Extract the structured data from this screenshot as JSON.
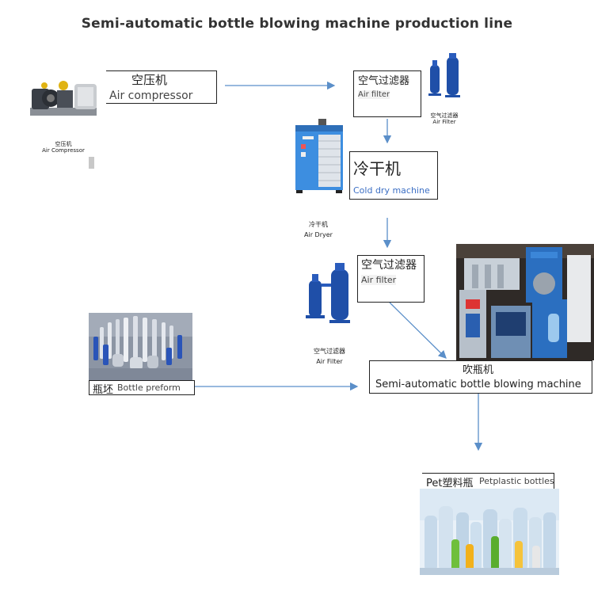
{
  "title": "Semi-automatic bottle blowing machine production line",
  "nodes": {
    "air_compressor": {
      "zh": "空压机",
      "en": "Air compressor",
      "cap_zh": "空压机",
      "cap_en": "Air Compressor"
    },
    "air_filter_1": {
      "zh": "空气过滤器",
      "en": "Air filter",
      "cap_zh": "空气过滤器",
      "cap_en": "Air Filter"
    },
    "cold_dryer": {
      "zh": "冷干机",
      "en": "Cold dry machine",
      "cap_zh": "冷干机",
      "cap_en": "Air Dryer"
    },
    "air_filter_2": {
      "zh": "空气过滤器",
      "en": "Air filter",
      "cap_zh": "空气过滤器",
      "cap_en": "Air Filter"
    },
    "bottle_preform": {
      "zh": "瓶坯",
      "en": "Bottle preform"
    },
    "blowing_machine": {
      "zh": "吹瓶机",
      "en": "Semi-automatic bottle blowing machine"
    },
    "pet_bottles": {
      "zh": "Pet塑料瓶",
      "en": "Petplastic bottles"
    }
  },
  "colors": {
    "arrow": "#5b8fc9",
    "machine_blue": "#1f4fa8",
    "accent_en": "#3c6fc4"
  }
}
